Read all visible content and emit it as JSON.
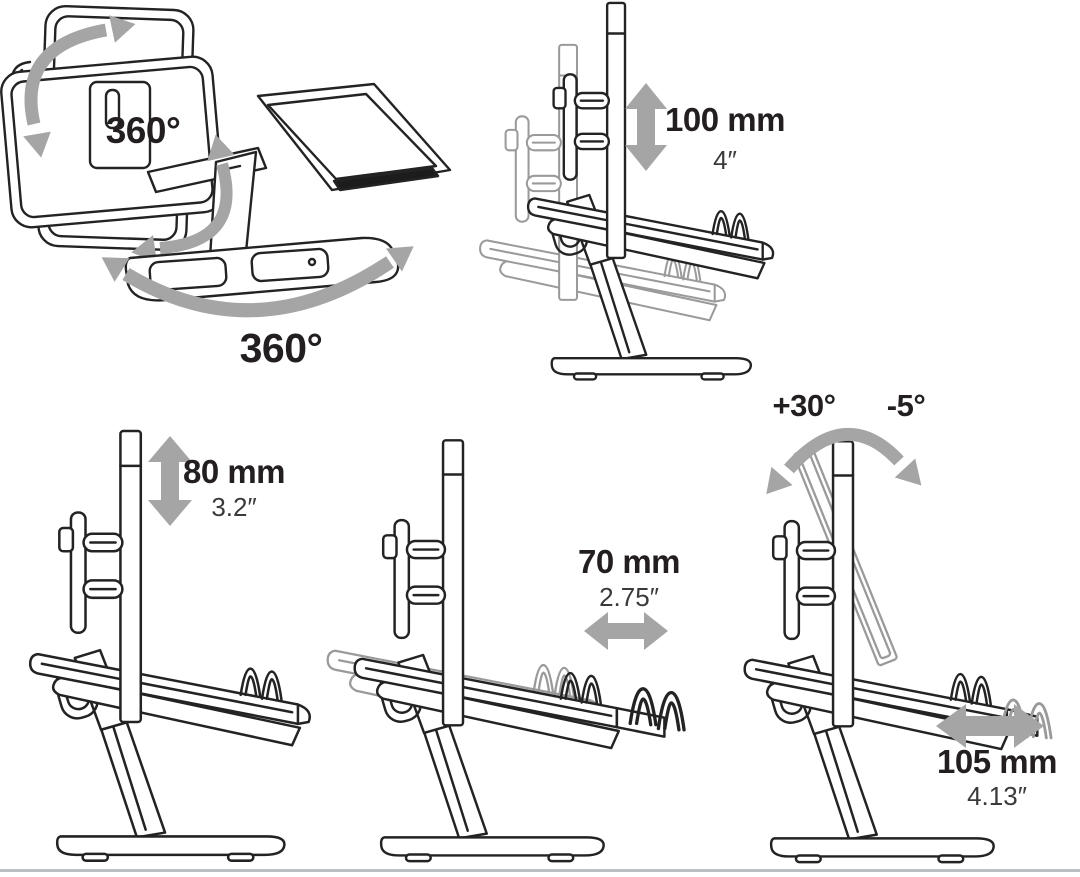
{
  "colors": {
    "line": "#232323",
    "ghost_line": "#9a9a9a",
    "ghost_dark": "#4f4f4f",
    "arrow_gray": "#a5a5a5",
    "text": "#231f20",
    "divider": "#bdc0c2"
  },
  "figures": {
    "monitor_rotation": {
      "screen_rotation_label": "360°",
      "base_rotation_label": "360°"
    },
    "workstation_lift": {
      "metric": "100 mm",
      "imperial": "4″"
    },
    "monitor_lift": {
      "metric": "80 mm",
      "imperial": "3.2″"
    },
    "tray_slide": {
      "metric": "70 mm",
      "imperial": "2.75″"
    },
    "screen_tilt": {
      "back_label": "+30°",
      "forward_label": "-5°"
    },
    "base_slide": {
      "metric": "105 mm",
      "imperial": "4.13″"
    }
  }
}
